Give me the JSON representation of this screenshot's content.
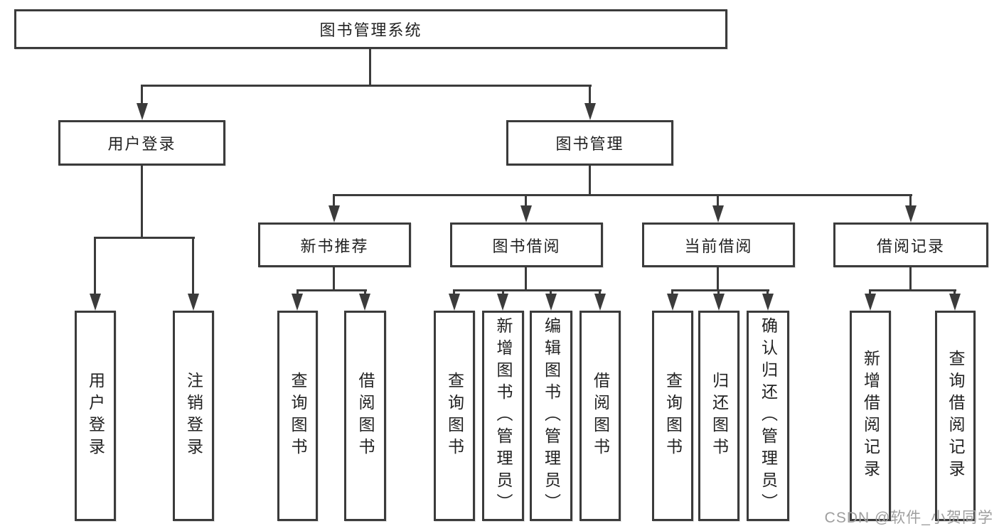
{
  "root": {
    "label": "图书管理系统"
  },
  "level2": {
    "user_login": {
      "label": "用户登录"
    },
    "book_mgmt": {
      "label": "图书管理"
    }
  },
  "level3": {
    "new_book_rec": {
      "label": "新书推荐"
    },
    "book_borrow": {
      "label": "图书借阅"
    },
    "current_borrow": {
      "label": "当前借阅"
    },
    "borrow_records": {
      "label": "借阅记录"
    }
  },
  "leaves": {
    "user_login": {
      "login": "用户登录",
      "logout": "注销登录"
    },
    "new_book_rec": {
      "query": "查询图书",
      "borrow": "借阅图书"
    },
    "book_borrow": {
      "query": "查询图书",
      "add": "新增图书（管理员）",
      "edit": "编辑图书（管理员）",
      "borrow": "借阅图书"
    },
    "current_borrow": {
      "query": "查询图书",
      "return": "归还图书",
      "confirm_return": "确认归还（管理员）"
    },
    "borrow_records": {
      "add": "新增借阅记录",
      "query": "查询借阅记录"
    }
  },
  "watermark": {
    "label": "CSDN @软件_小贺同学"
  },
  "colors": {
    "line": "#3b3b3b",
    "text": "#222222",
    "watermark": "#9e9e9e",
    "background": "#ffffff"
  }
}
